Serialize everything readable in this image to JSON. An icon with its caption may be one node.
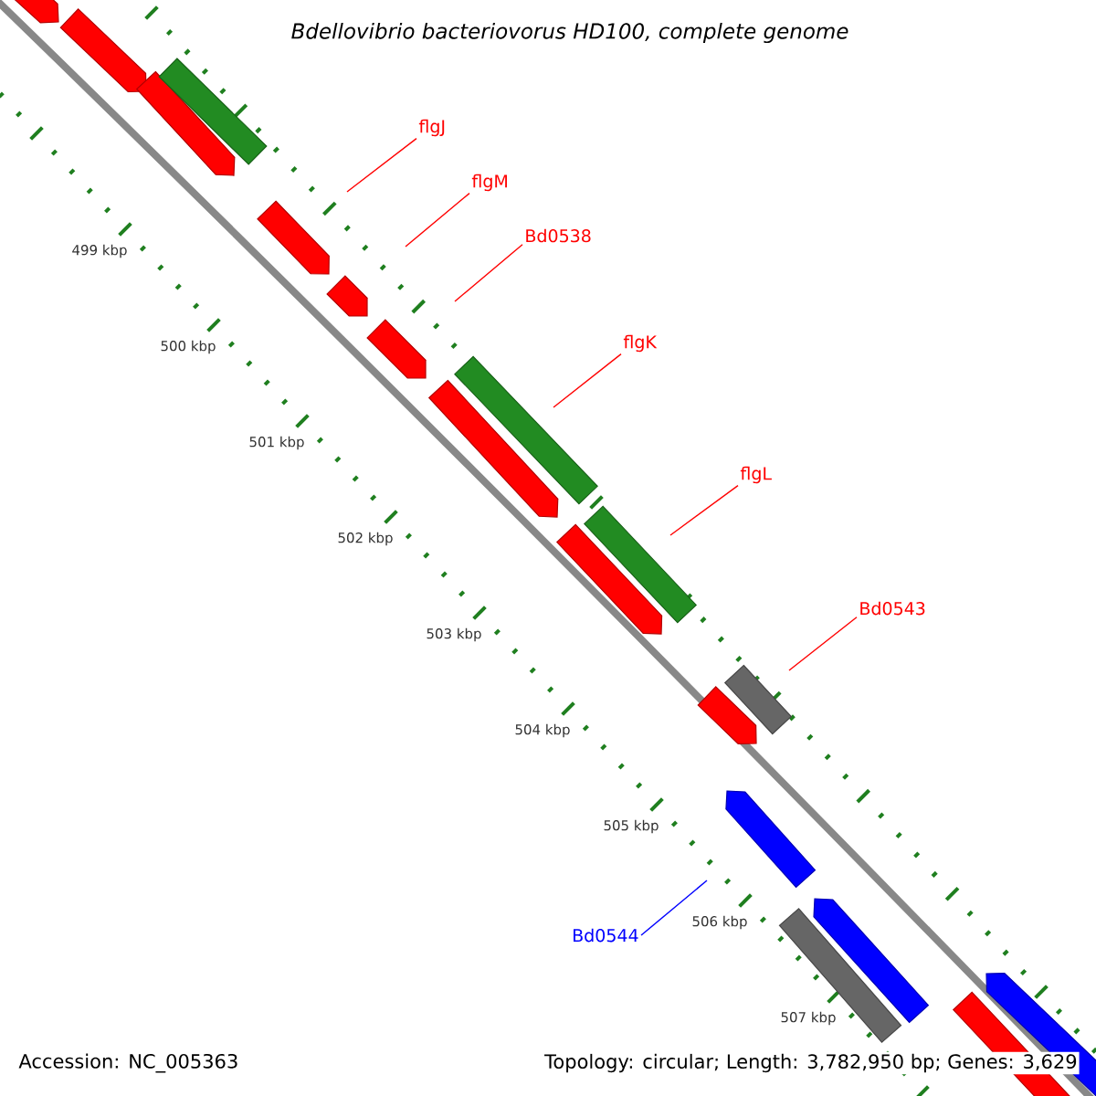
{
  "diagram": {
    "title": "Bdellovibrio bacteriovorus HD100, complete genome",
    "nodes": [
      {
        "text": [
          "flgJ"
        ]
      },
      {
        "text": [
          "flgM"
        ]
      },
      {
        "text": [
          "Bd0538"
        ]
      },
      {
        "text": [
          "flgK"
        ]
      },
      {
        "text": [
          "flgL"
        ]
      },
      {
        "text": [
          "Bd0543"
        ]
      },
      {
        "text": [
          "Bd0544"
        ]
      }
    ],
    "edges": [
      {
        "from": 0,
        "to": null,
        "arrow": "none"
      },
      {
        "from": 1,
        "to": null,
        "arrow": "none"
      },
      {
        "from": 2,
        "to": null,
        "arrow": "none"
      },
      {
        "from": 3,
        "to": null,
        "arrow": "none"
      },
      {
        "from": 4,
        "to": null,
        "arrow": "none"
      },
      {
        "from": 5,
        "to": null,
        "arrow": "none"
      },
      {
        "from": 6,
        "to": null,
        "arrow": "none",
        "color": "#0000ff"
      }
    ],
    "labels": [
      "499 kbp",
      "500 kbp",
      "501 kbp",
      "502 kbp",
      "503 kbp",
      "504 kbp",
      "505 kbp",
      "506 kbp",
      "507 kbp",
      "Accession: NC_005363",
      "Topology: circular; Length: 3,782,950 bp; Genes: 3,629"
    ]
  }
}
